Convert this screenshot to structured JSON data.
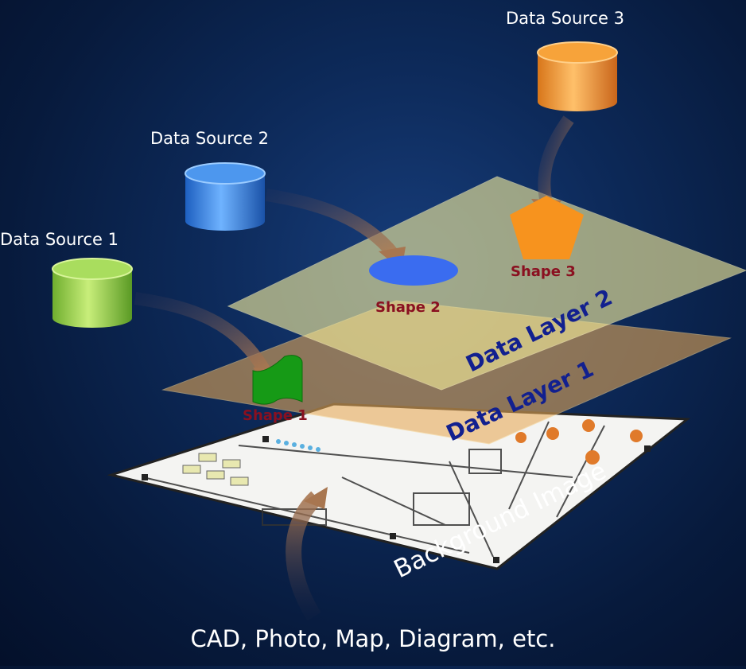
{
  "sources": {
    "source1": "Data Source 1",
    "source2": "Data Source 2",
    "source3": "Data Source 3"
  },
  "shapes": {
    "shape1": "Shape 1",
    "shape2": "Shape 2",
    "shape3": "Shape 3"
  },
  "layers": {
    "layer1": "Data Layer 1",
    "layer2": "Data Layer 2",
    "background": "Background Image"
  },
  "footer": "CAD, Photo, Map, Diagram, etc.",
  "colors": {
    "source1": "#8fd14f",
    "source2": "#2f7de0",
    "source3": "#f59a2a",
    "shape1": "#1a9a1a",
    "shape2": "#3a6cf0",
    "shape3": "#f7931e",
    "layer_text": "#12208f",
    "shape_text": "#8a1020"
  }
}
